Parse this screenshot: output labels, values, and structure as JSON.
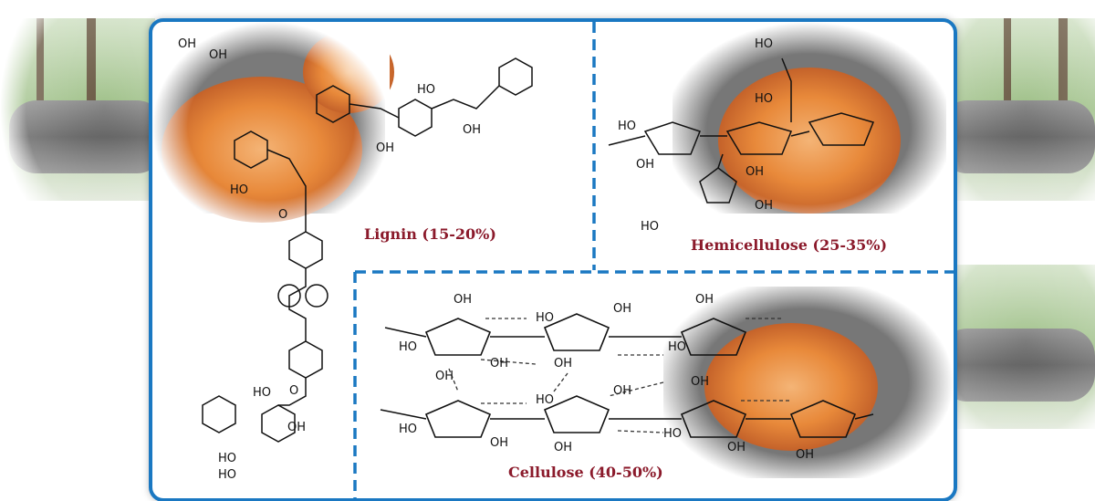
{
  "panels": {
    "lignin": {
      "label": "Lignin (15-20%)"
    },
    "hemicellulose": {
      "label": "Hemicellulose (25-35%)"
    },
    "cellulose": {
      "label": "Cellulose (40-50%)"
    }
  },
  "colors": {
    "frame_border": "#1a78c2",
    "divider": "#1a78c2",
    "label_text": "#8b1a2b",
    "wood_core": "#e8893a",
    "bark": "#6f6f6f",
    "foliage": "#7fae5a"
  },
  "structure_labels": {
    "oh": "OH",
    "ho": "HO",
    "o": "O"
  }
}
